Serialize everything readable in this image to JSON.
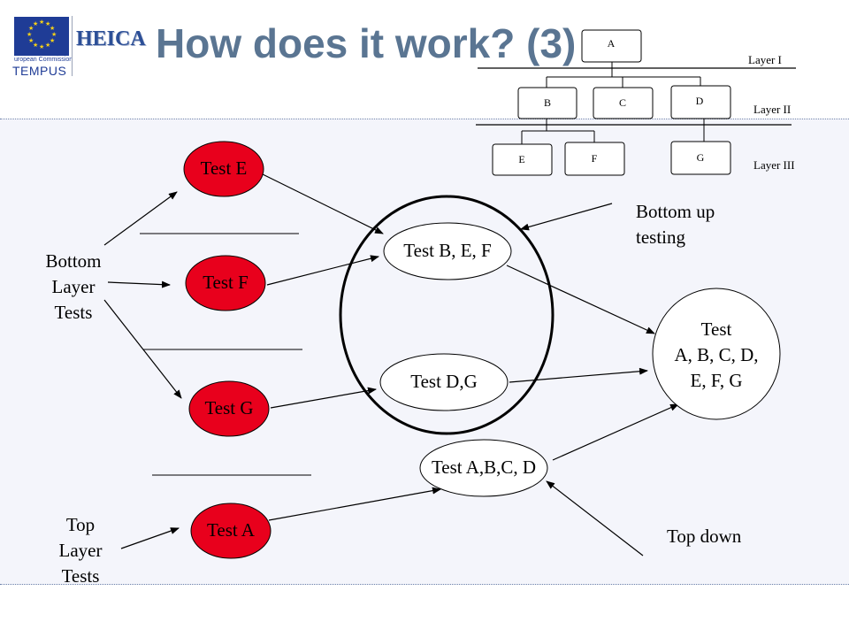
{
  "header": {
    "logo_caption": "uropean Commission",
    "logo_tempus": "TEMPUS",
    "heica": "HEICA",
    "title": "How does it work? (3)"
  },
  "tree": {
    "nodes": {
      "a": "A",
      "b": "B",
      "c": "C",
      "d": "D",
      "e": "E",
      "f": "F",
      "g": "G"
    },
    "layers": [
      "Layer I",
      "Layer II",
      "Layer III"
    ]
  },
  "groups": {
    "bottom_layer_tests": [
      "Bottom",
      "Layer",
      "Tests"
    ],
    "top_layer_tests": [
      "Top",
      "Layer",
      "Tests"
    ]
  },
  "tests": {
    "test_e": "Test E",
    "test_f": "Test F",
    "test_g": "Test G",
    "test_a": "Test A",
    "test_bef": "Test B, E, F",
    "test_dg": "Test D,G",
    "test_abcd": "Test A,B,C, D",
    "test_all": [
      "Test",
      "A, B, C, D,",
      "E, F, G"
    ]
  },
  "annotations": {
    "bottom_up": [
      "Bottom up",
      "testing"
    ],
    "top_down": "Top down"
  },
  "colors": {
    "title": "#5a7592",
    "test_fill_red": "#e8001c",
    "heica": "#2c4f97"
  }
}
